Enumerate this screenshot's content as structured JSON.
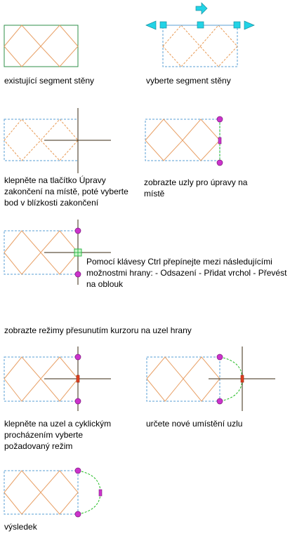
{
  "colors": {
    "wall_border": "#2f8f4a",
    "selection_dash": "#5a9fd4",
    "pattern": "#e8a066",
    "pattern_dashed": "#e89a55",
    "grip_cyan": "#22d3e6",
    "grip_magenta": "#cc33cc",
    "crosshair": "#3a2a10",
    "highlight": "#e04020",
    "arc_green": "#22bb22",
    "hover_green": "#2fb84a"
  },
  "steps": [
    {
      "caption": "existující segment stěny"
    },
    {
      "caption": "vyberte segment stěny"
    },
    {
      "caption": "klepněte na tlačítko Úpravy zakončení na místě, poté vyberte bod v blízkosti zakončení"
    },
    {
      "caption": "zobrazte uzly pro úpravy na místě"
    },
    {
      "caption": "Pomocí klávesy Ctrl přepínejte mezi následujícími možnostmi hrany: - Odsazení - Přidat vrchol - Převést na oblouk"
    },
    {
      "caption": "zobrazte režimy přesunutím kurzoru na uzel hrany"
    },
    {
      "caption": "klepněte na uzel a cyklickým procházením vyberte požadovaný režim"
    },
    {
      "caption": "určete nové umístění uzlu"
    },
    {
      "caption": "výsledek"
    }
  ]
}
